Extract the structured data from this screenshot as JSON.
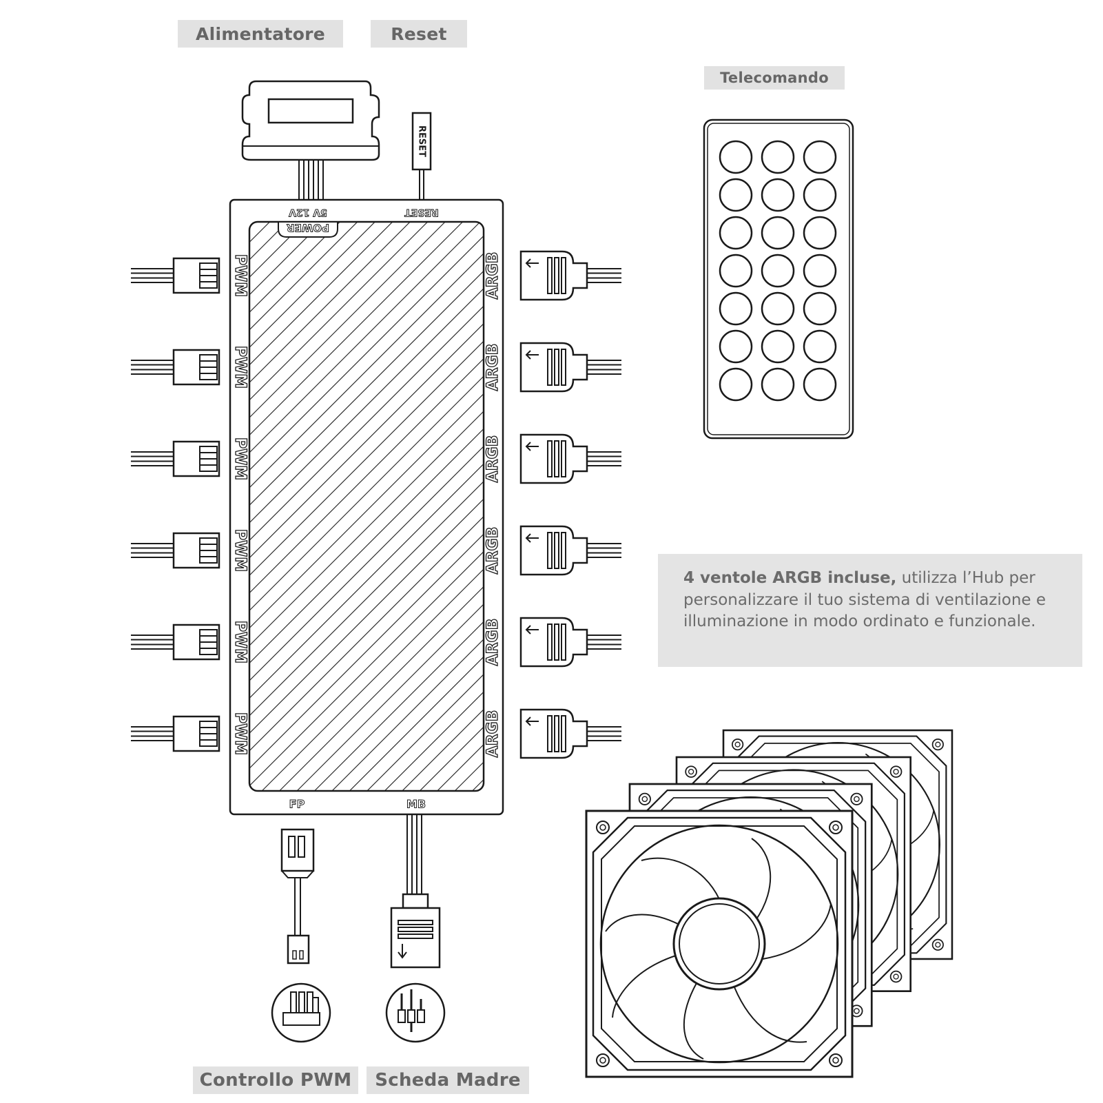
{
  "labels": {
    "power_supply": "Alimentatore",
    "reset": "Reset",
    "remote": "Telecomando",
    "pwm_control": "Controllo PWM",
    "motherboard": "Scheda Madre"
  },
  "info": {
    "bold": "4 ventole ARGB incluse,",
    "text": " utilizza l’Hub per personalizzare il tuo sistema di ventilazione e illuminazione in modo ordinato e funzionale."
  },
  "hub": {
    "power_label": "POWER",
    "voltage_label": "5V 12V",
    "reset_label": "RESET",
    "reset_cable_label": "RESET",
    "pwm_port_label": "PWM",
    "argb_port_label": "ARGB",
    "fp_label": "FP",
    "mb_label": "MB"
  },
  "colors": {
    "line": "#1a1a1a",
    "tag_bg": "#e2e2e2",
    "tag_text": "#666666"
  },
  "icons": [
    "pwm-header-icon",
    "argb-header-icon",
    "fan-icon",
    "remote-control-icon"
  ]
}
